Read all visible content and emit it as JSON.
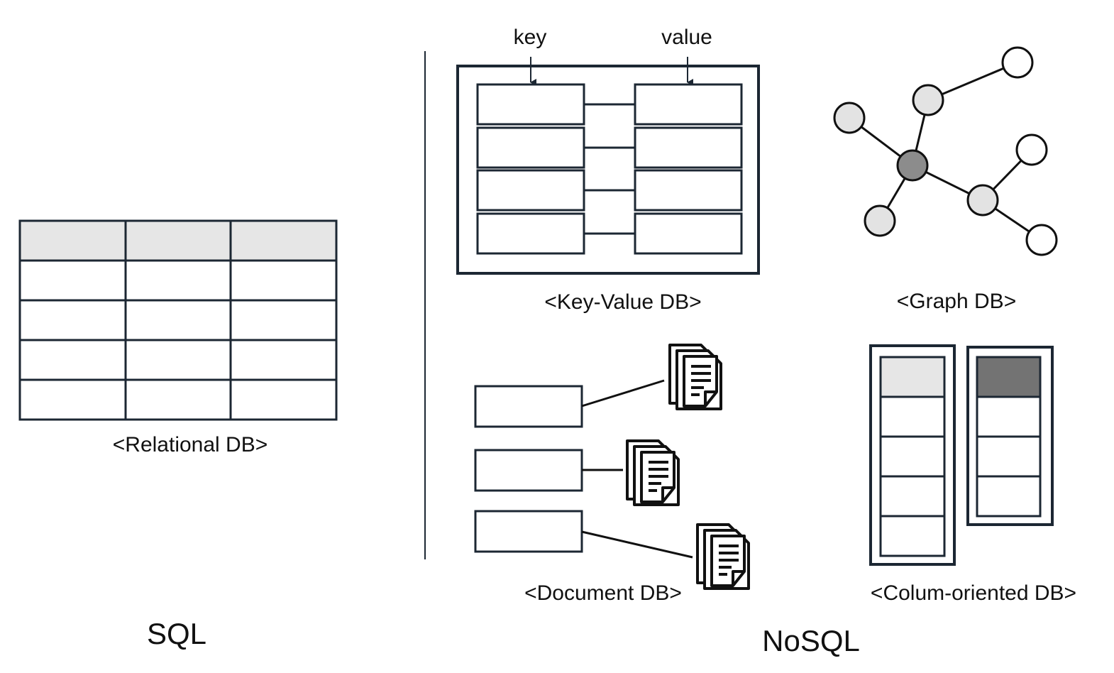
{
  "sql": {
    "caption": "<Relational DB>",
    "section_label": "SQL"
  },
  "nosql": {
    "section_label": "NoSQL",
    "key_value": {
      "caption": "<Key-Value DB>",
      "key_label": "key",
      "value_label": "value"
    },
    "graph": {
      "caption": "<Graph DB>"
    },
    "document": {
      "caption": "<Document DB>"
    },
    "column": {
      "caption": "<Colum-oriented DB>"
    }
  },
  "colors": {
    "stroke": "#1c2733",
    "header_fill": "#e6e6e6",
    "graph_center_fill": "#8c8c8c",
    "graph_node_fill": "#e3e3e3",
    "column_dark_fill": "#737373"
  },
  "icons": [
    "document-stack-icon"
  ]
}
